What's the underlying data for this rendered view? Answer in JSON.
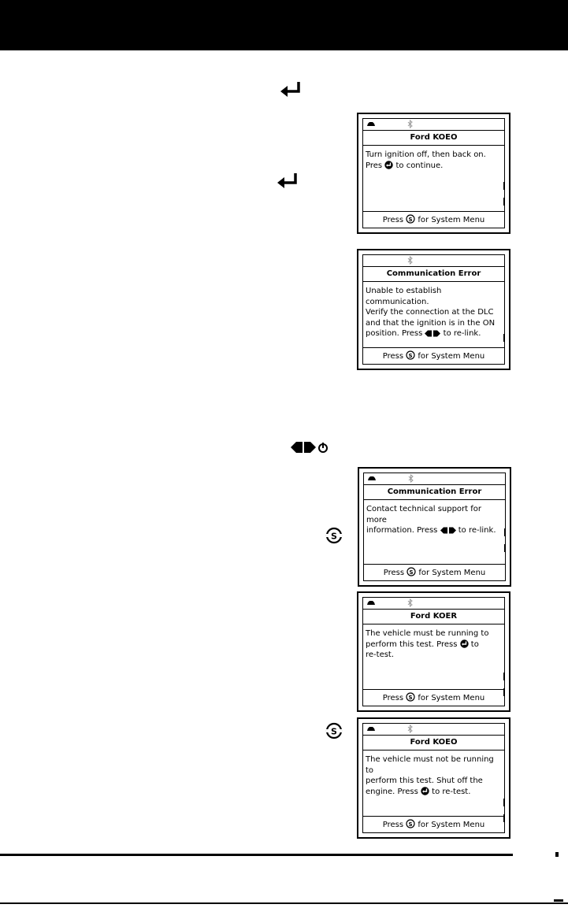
{
  "page": {
    "header_color": "#000000"
  },
  "floating_icons": [
    {
      "name": "enter-icon"
    },
    {
      "name": "enter-icon"
    },
    {
      "name": "left-right-power-icon"
    },
    {
      "name": "system-menu-icon"
    },
    {
      "name": "system-menu-icon"
    }
  ],
  "screens": [
    {
      "title": "Ford KOEO",
      "status_icons": [
        "car-icon",
        "bluetooth-icon"
      ],
      "body": [
        {
          "t": "Turn ignition off, then back on."
        },
        {
          "t": "Pres ",
          "icon": "enter-icon",
          "t2": " to continue."
        }
      ],
      "footer": {
        "pre": "Press ",
        "post": " for System Menu"
      }
    },
    {
      "title": "Communication Error",
      "status_icons": [
        "bluetooth-icon"
      ],
      "body": [
        {
          "t": "Unable to establish communication."
        },
        {
          "t": "Verify the connection at the DLC"
        },
        {
          "t": "and that the ignition is in the ON"
        },
        {
          "t": "position. Press ",
          "icon": "left-right-icon",
          "t2": " to re-link."
        }
      ],
      "footer": {
        "pre": "Press ",
        "post": " for System Menu"
      }
    },
    {
      "title": "Communication Error",
      "status_icons": [
        "car-icon",
        "bluetooth-icon"
      ],
      "body": [
        {
          "t": "Contact technical support for more"
        },
        {
          "t": "information. Press ",
          "icon": "left-right-icon",
          "t2": " to re-link."
        }
      ],
      "footer": {
        "pre": "Press ",
        "post": " for System Menu"
      }
    },
    {
      "title": "Ford KOER",
      "status_icons": [
        "car-icon",
        "bluetooth-icon"
      ],
      "body": [
        {
          "t": "The vehicle must be running to"
        },
        {
          "t": "perform this test. Press ",
          "icon": "enter-icon",
          "t2": " to"
        },
        {
          "t": "re-test."
        }
      ],
      "footer": {
        "pre": "Press ",
        "post": " for System Menu"
      }
    },
    {
      "title": "Ford KOEO",
      "status_icons": [
        "car-icon",
        "bluetooth-icon"
      ],
      "body": [
        {
          "t": "The vehicle must not be running to"
        },
        {
          "t": "perform this test. Shut off the"
        },
        {
          "t": "engine. Press ",
          "icon": "enter-icon",
          "t2": " to re-test."
        }
      ],
      "footer": {
        "pre": "Press ",
        "post": " for System Menu"
      }
    }
  ]
}
